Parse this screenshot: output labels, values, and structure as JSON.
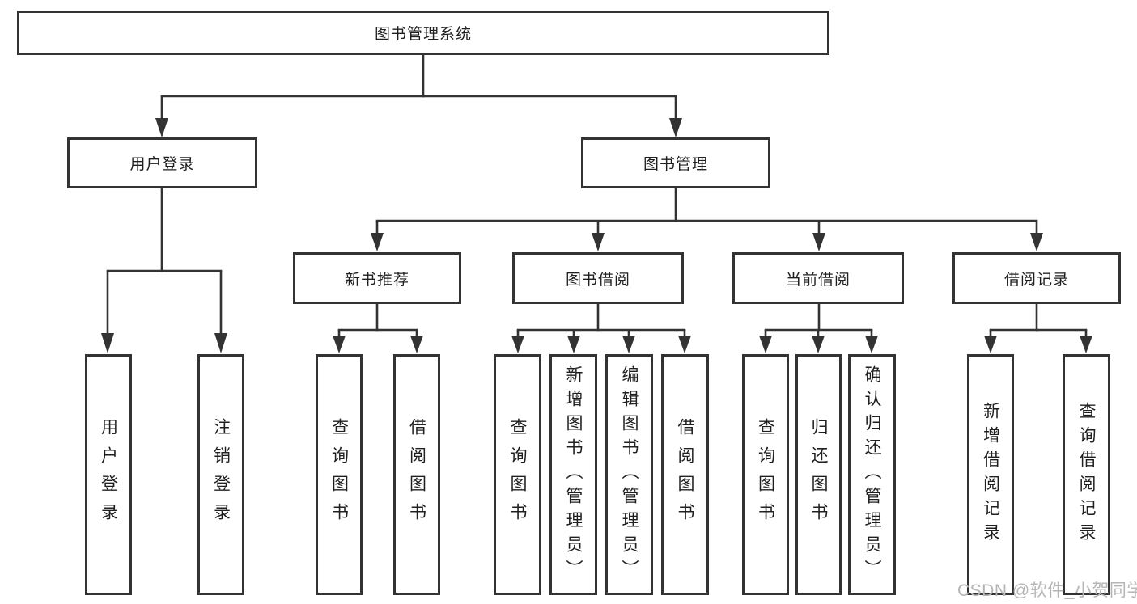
{
  "diagram": {
    "title_node": "图书管理系统",
    "level2": {
      "user_login": "用户登录",
      "book_management": "图书管理"
    },
    "level3": {
      "new_book_recommend": "新书推荐",
      "book_borrow": "图书借阅",
      "current_borrow": "当前借阅",
      "borrow_records": "借阅记录"
    },
    "leaves": {
      "user_login_children": [
        "用户登录",
        "注销登录"
      ],
      "new_book_children": [
        "查询图书",
        "借阅图书"
      ],
      "book_borrow_children": [
        "查询图书",
        "新增图书（管理员）",
        "编辑图书（管理员）",
        "借阅图书"
      ],
      "current_borrow_children": [
        "查询图书",
        "归还图书",
        "确认归还（管理员）"
      ],
      "borrow_records_children": [
        "新增借阅记录",
        "查询借阅记录"
      ]
    },
    "watermark": "CSDN @软件_小贺同学",
    "colors": {
      "line": "#333333",
      "text": "#1f1f1f",
      "watermark": "#b5b5b5",
      "background": "#ffffff"
    }
  }
}
